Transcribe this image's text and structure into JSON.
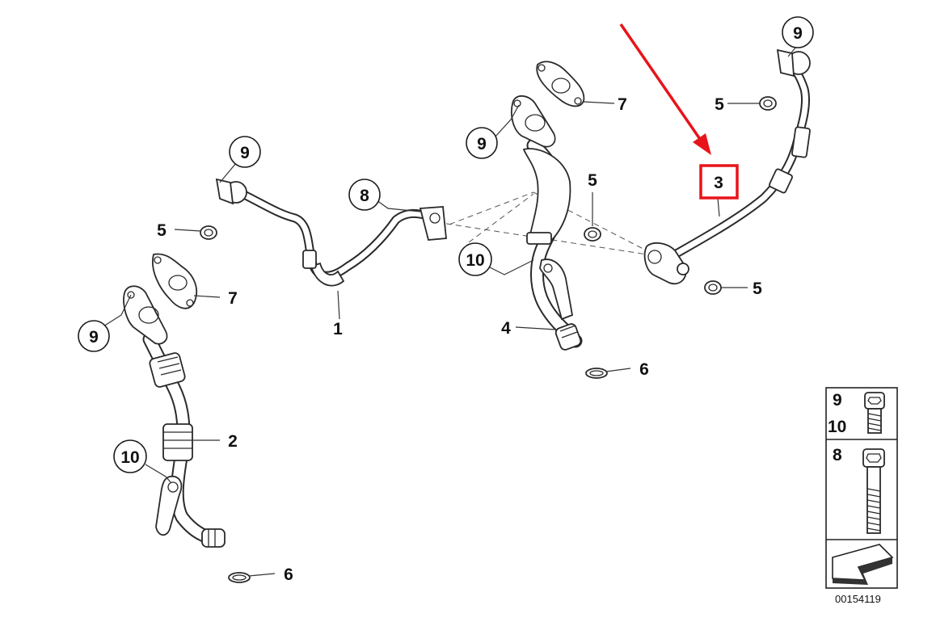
{
  "callouts": {
    "left_bolt_top": "9",
    "left_ring_top": "5",
    "left_gasket": "7",
    "left_bolt_mid": "9",
    "pipe_1": "1",
    "bolt_8": "8",
    "pipe_2": "2",
    "left_bolt_10": "10",
    "left_ring_6": "6",
    "center_bolt_9": "9",
    "center_gasket_7": "7",
    "center_ring_5": "5",
    "center_bolt_10": "10",
    "pipe_4": "4",
    "center_ring_6": "6",
    "right_bolt_9": "9",
    "right_ring_5_top": "5",
    "pipe_3": "3",
    "right_ring_5_bottom": "5"
  },
  "legend": {
    "top_label_a": "9",
    "top_label_b": "10",
    "bottom_label": "8"
  },
  "document_number": "00154119",
  "highlight": {
    "color": "#e8141a",
    "target_part": "3"
  }
}
